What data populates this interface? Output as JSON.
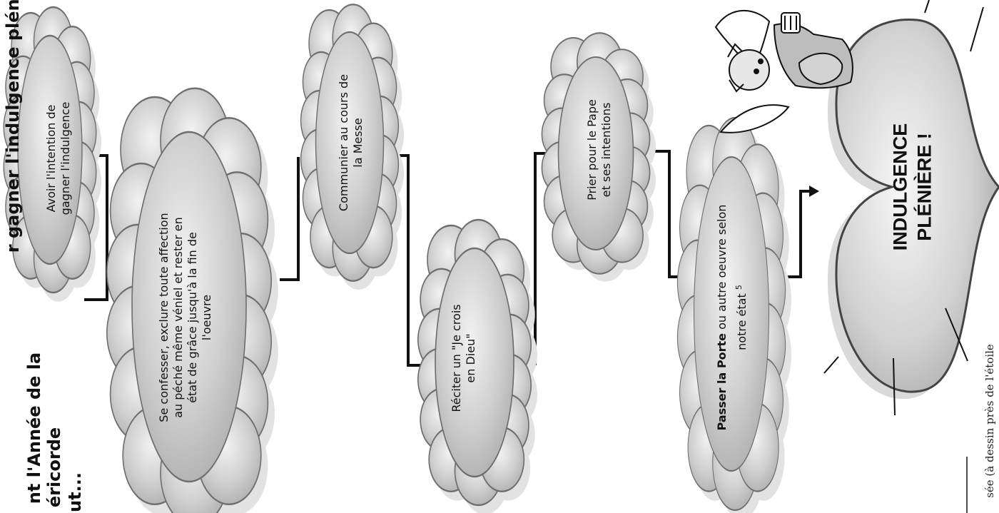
{
  "header": {
    "lines": [
      "r gagner l'indulgence plénière",
      "nt l'Année de la",
      "éricorde",
      "ut..."
    ]
  },
  "steps": [
    {
      "text": "Avoir l'intention de gagner l'indulgence"
    },
    {
      "text": "Se confesser, exclure toute affection au péché même véniel et rester en état de grâce jusqu'à la fin de l'oeuvre"
    },
    {
      "text": "Communier au cours de la Messe"
    },
    {
      "text": "Réciter un \"Je crois en Dieu\""
    },
    {
      "text": "Prier pour le Pape et ses intentions"
    },
    {
      "text_bold": "Passer la Porte",
      "text_rest": " ou autre oeuvre selon notre état",
      "superscript": "5"
    }
  ],
  "result": {
    "line1": "INDULGENCE",
    "line2": "PLÉNIÈRE !"
  },
  "footer": {
    "text": "sée (à dessin près de l'étoile"
  },
  "colors": {
    "cloud_fill": "#c9c9c9",
    "cloud_stroke": "#6e6e6e",
    "shadow": "#e2e2e2",
    "line": "#111111"
  }
}
